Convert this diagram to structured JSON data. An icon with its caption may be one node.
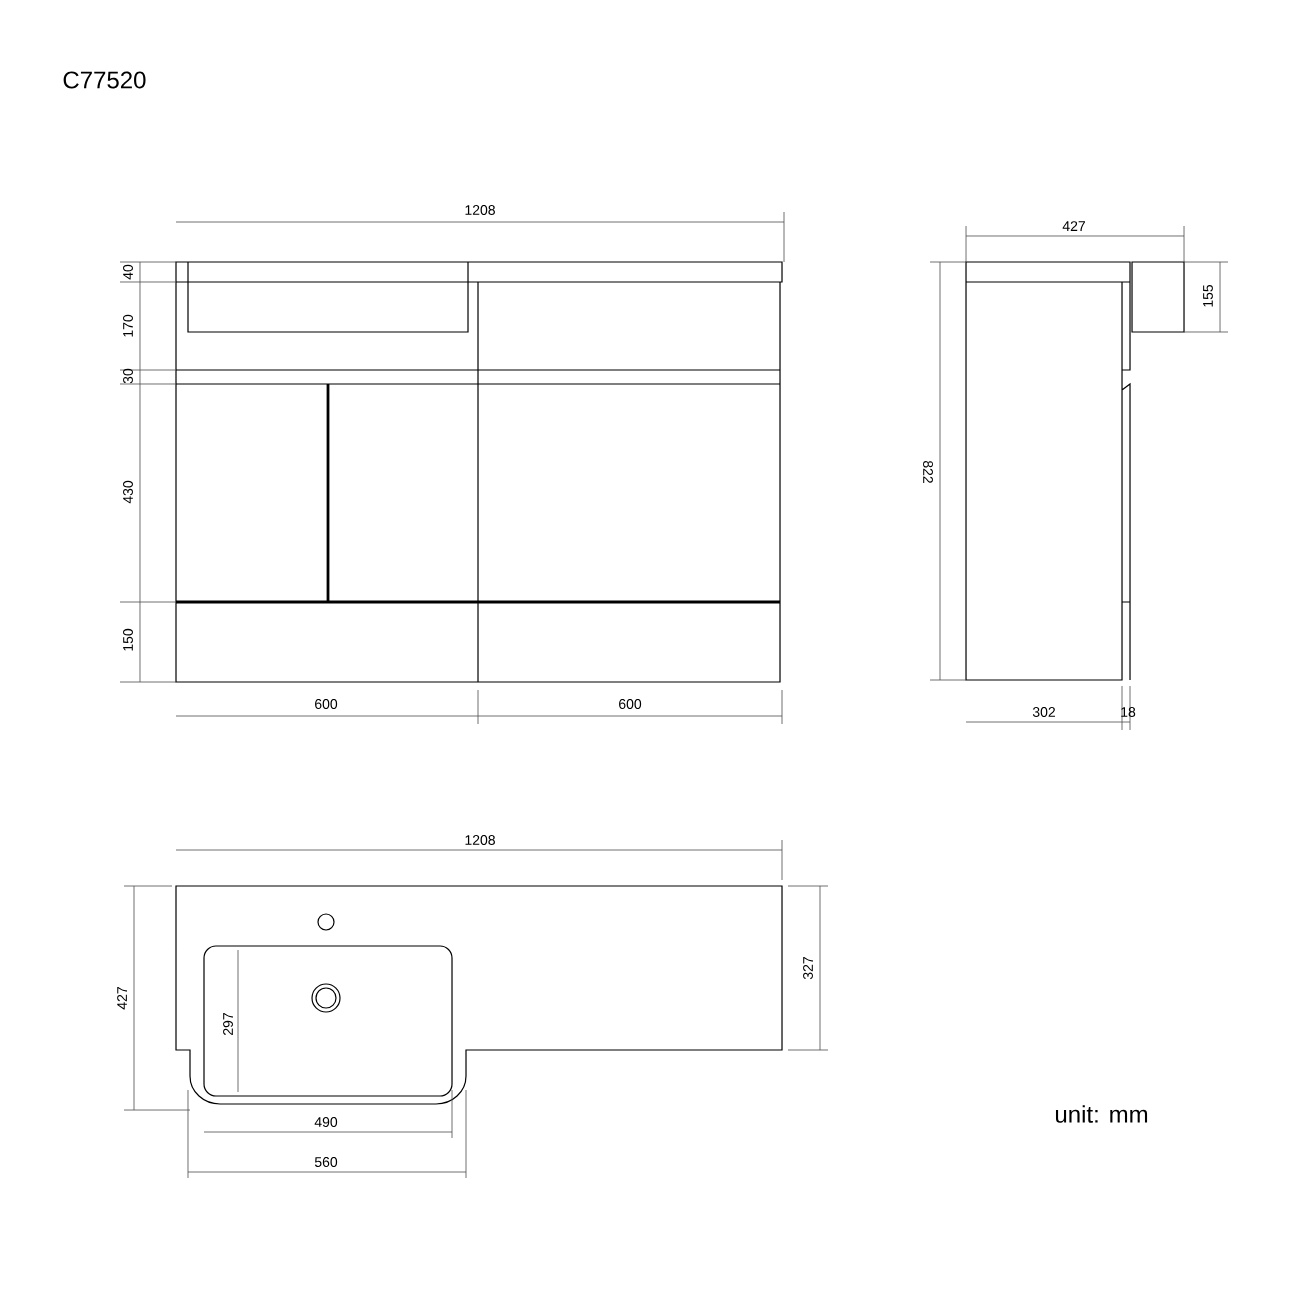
{
  "diagram": {
    "title": "C77520",
    "labels": [
      "1208",
      "40",
      "170",
      "30",
      "430",
      "150",
      "600",
      "600",
      "427",
      "155",
      "822",
      "302",
      "18",
      "1208",
      "427",
      "297",
      "327",
      "490",
      "560",
      "unit: mm"
    ]
  }
}
